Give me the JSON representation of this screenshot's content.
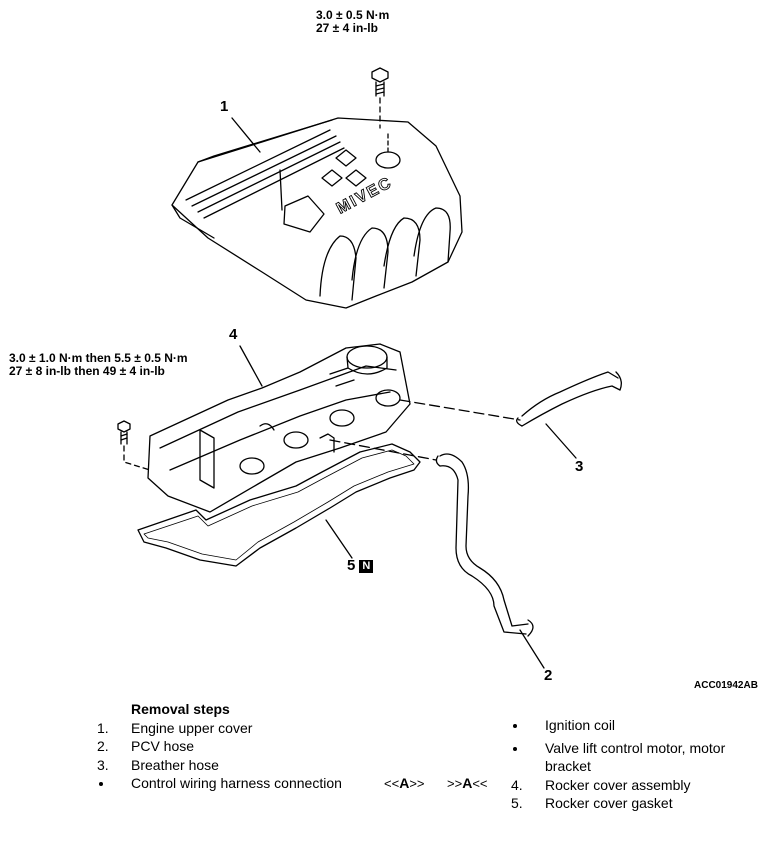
{
  "torque_top": {
    "line1": "3.0 ± 0.5 N·m",
    "line2": "27 ± 4 in-lb"
  },
  "torque_left": {
    "line1": "3.0 ± 1.0 N·m then 5.5 ± 0.5 N·m",
    "line2": "27 ± 8 in-lb then 49 ± 4 in-lb"
  },
  "callouts": {
    "c1": "1",
    "c2": "2",
    "c3": "3",
    "c4": "4",
    "c5": "5",
    "n_badge": "N"
  },
  "cover_logo": "MIVEC",
  "figure_code": "ACC01942AB",
  "removal_steps": {
    "title": "Removal steps",
    "left": [
      {
        "num": "1.",
        "text": "Engine upper cover"
      },
      {
        "num": "2.",
        "text": "PCV hose"
      },
      {
        "num": "3.",
        "text": "Breather hose"
      },
      {
        "num": "",
        "text": "Control wiring harness connection"
      }
    ],
    "right": [
      {
        "num": "",
        "text": "Ignition coil"
      },
      {
        "num": "",
        "text": "Valve lift control motor, motor"
      },
      {
        "num": "",
        "text": "bracket"
      },
      {
        "num": "4.",
        "text": "Rocker cover assembly"
      },
      {
        "num": "5.",
        "text": "Rocker cover gasket"
      }
    ],
    "ref_a": {
      "pre": "<<",
      "letter": "A",
      "post": ">>"
    },
    "ref_b": {
      "pre": ">>",
      "letter": "A",
      "post": "<<"
    }
  }
}
